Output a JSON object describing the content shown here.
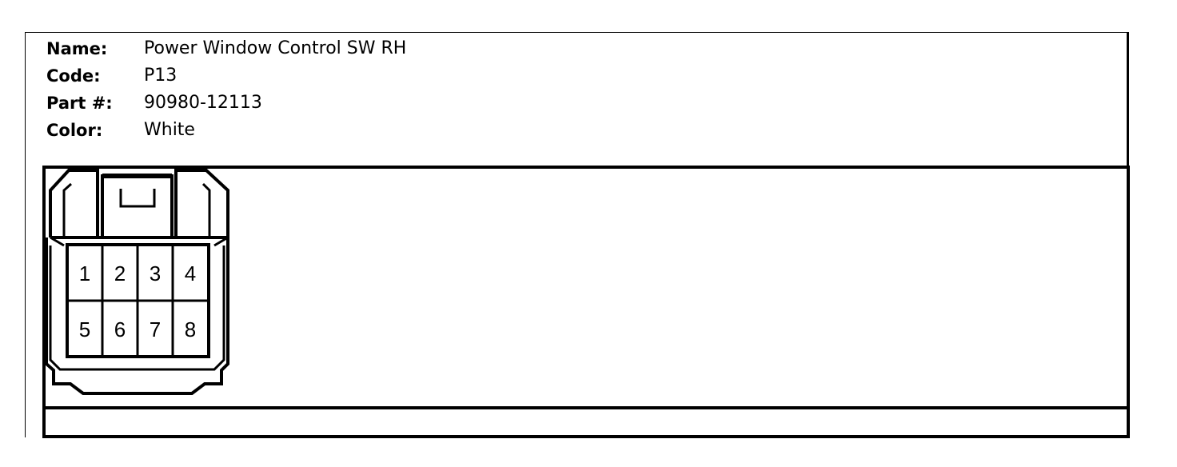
{
  "connector": {
    "name_label": "Name:",
    "name": "Power Window Control SW RH",
    "code_label": "Code:",
    "code": "P13",
    "part_label": "Part #:",
    "part_number": "90980-12113",
    "color_label": "Color:",
    "color": "White"
  },
  "pins": [
    "1",
    "2",
    "3",
    "4",
    "5",
    "6",
    "7",
    "8"
  ]
}
